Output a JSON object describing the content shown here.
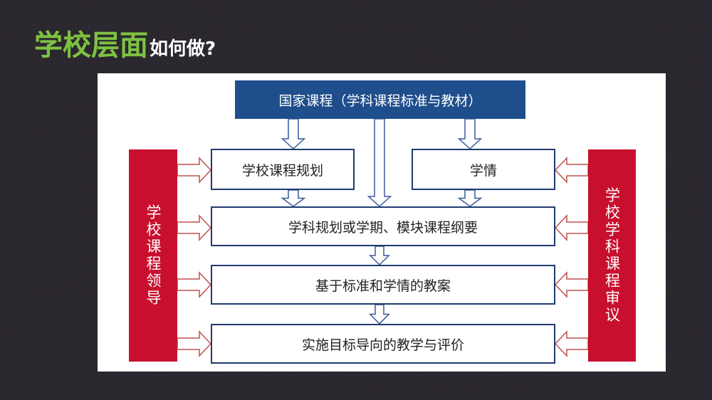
{
  "title": {
    "main": "学校层面",
    "sub": "如何做?"
  },
  "diagram": {
    "top": "国家课程（学科课程标准与教材）",
    "left_bar": "学校课程领导",
    "right_bar": "学校学科课程审议",
    "box_planning": "学校课程规划",
    "box_situation": "学情",
    "box_outline": "学科规划或学期、模块课程纲要",
    "box_lesson": "基于标准和学情的教案",
    "box_teaching": "实施目标导向的教学与评价"
  },
  "colors": {
    "accent": "#7dc242",
    "blue": "#1f4e8c",
    "red": "#c8102e"
  }
}
